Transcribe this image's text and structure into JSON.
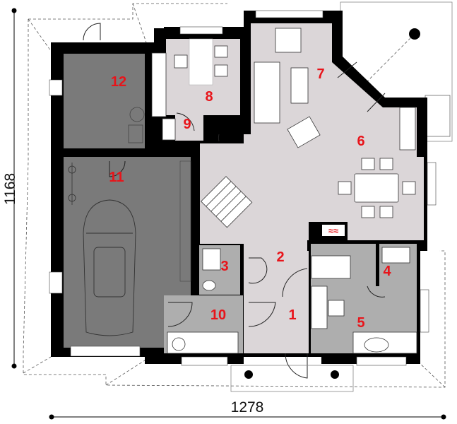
{
  "dimensions": {
    "height_label": "1168",
    "width_label": "1278"
  },
  "rooms": [
    {
      "number": "1"
    },
    {
      "number": "2"
    },
    {
      "number": "3"
    },
    {
      "number": "4"
    },
    {
      "number": "5"
    },
    {
      "number": "6"
    },
    {
      "number": "7"
    },
    {
      "number": "8"
    },
    {
      "number": "9"
    },
    {
      "number": "10"
    },
    {
      "number": "11"
    },
    {
      "number": "12"
    }
  ],
  "colors": {
    "label": "#e8141a",
    "wall": "#000000",
    "garage_floor": "#7a7a7a",
    "living_floor": "#dbd6d8",
    "wet_floor": "#aeaeae"
  }
}
